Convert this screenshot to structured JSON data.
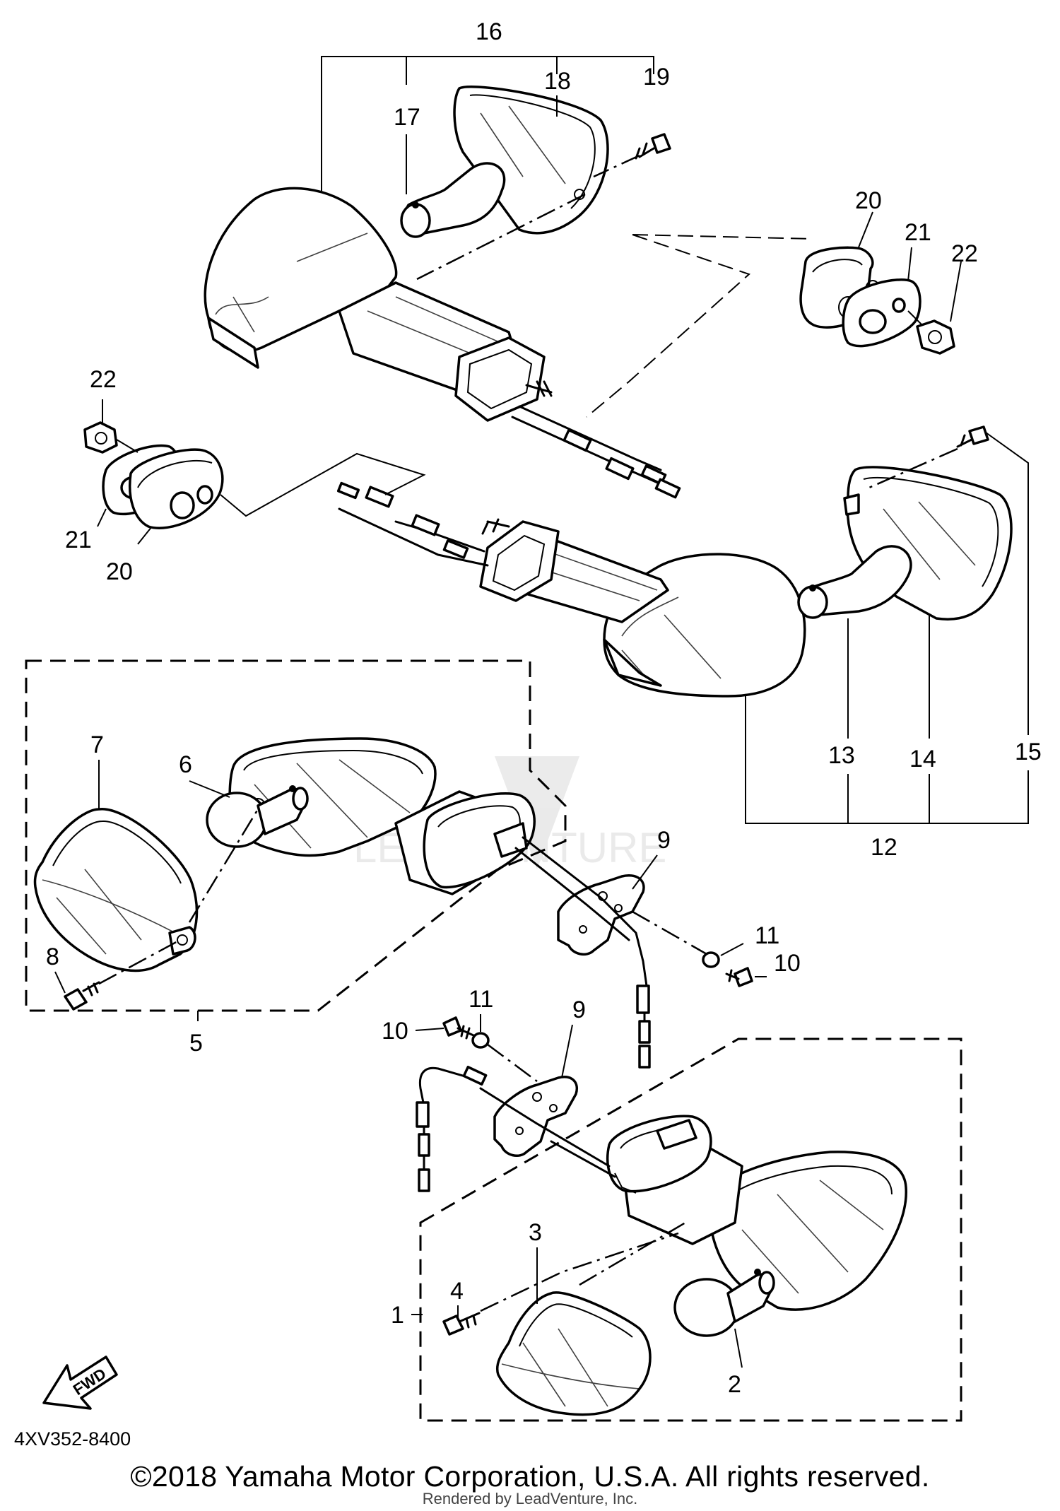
{
  "diagram_id": "4XV352-8400",
  "copyright": "©2018 Yamaha Motor Corporation, U.S.A. All rights reserved.",
  "rendered_by": "Rendered by LeadVenture, Inc.",
  "fwd_label": "FWD",
  "watermark_text": "LEADVENTURE",
  "callouts": {
    "c1": "1",
    "c2": "2",
    "c3": "3",
    "c4": "4",
    "c5": "5",
    "c6": "6",
    "c7": "7",
    "c8": "8",
    "c9a": "9",
    "c9b": "9",
    "c10a": "10",
    "c10b": "10",
    "c11a": "11",
    "c11b": "11",
    "c12": "12",
    "c13": "13",
    "c14": "14",
    "c15": "15",
    "c16": "16",
    "c17": "17",
    "c18": "18",
    "c19": "19",
    "c20a": "20",
    "c20b": "20",
    "c21a": "21",
    "c21b": "21",
    "c22a": "22",
    "c22b": "22"
  }
}
